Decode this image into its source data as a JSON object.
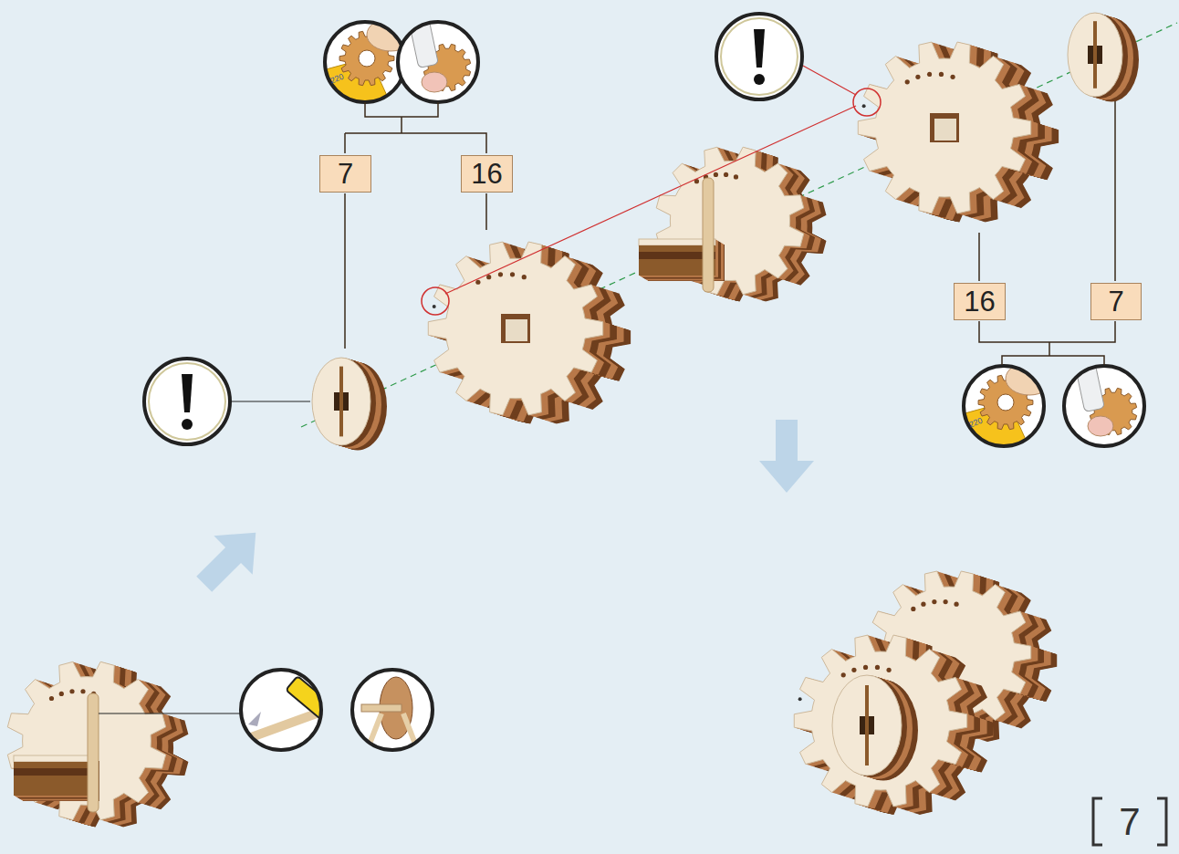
{
  "diagram": {
    "nodes": [
      {
        "text": [
          "7"
        ]
      },
      {
        "text": [
          "16"
        ]
      },
      {
        "text": [
          "16"
        ]
      },
      {
        "text": [
          "7"
        ]
      }
    ],
    "labels": [
      "220",
      "220",
      "7"
    ]
  }
}
